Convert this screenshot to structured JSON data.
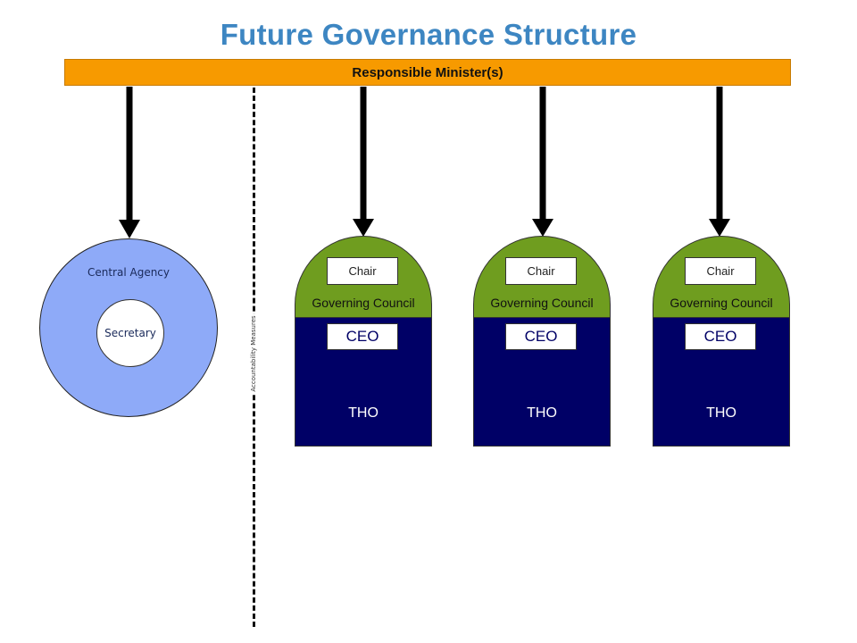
{
  "title": "Future Governance Structure",
  "minister_bar": {
    "label": "Responsible Minister(s)"
  },
  "central_agency": {
    "label": "Central Agency",
    "inner_label": "Secretary"
  },
  "divider": {
    "label": "Accountability Measures"
  },
  "tho_units": [
    {
      "chair_label": "Chair",
      "council_label": "Governing Council",
      "ceo_label": "CEO",
      "tho_label": "THO"
    },
    {
      "chair_label": "Chair",
      "council_label": "Governing Council",
      "ceo_label": "CEO",
      "tho_label": "THO"
    },
    {
      "chair_label": "Chair",
      "council_label": "Governing Council",
      "ceo_label": "CEO",
      "tho_label": "THO"
    }
  ],
  "colors": {
    "title": "#3d86c2",
    "minister_bar": "#f79a00",
    "central_agency": "#8eaaf8",
    "council": "#6f9d1f",
    "tho": "#000066"
  }
}
